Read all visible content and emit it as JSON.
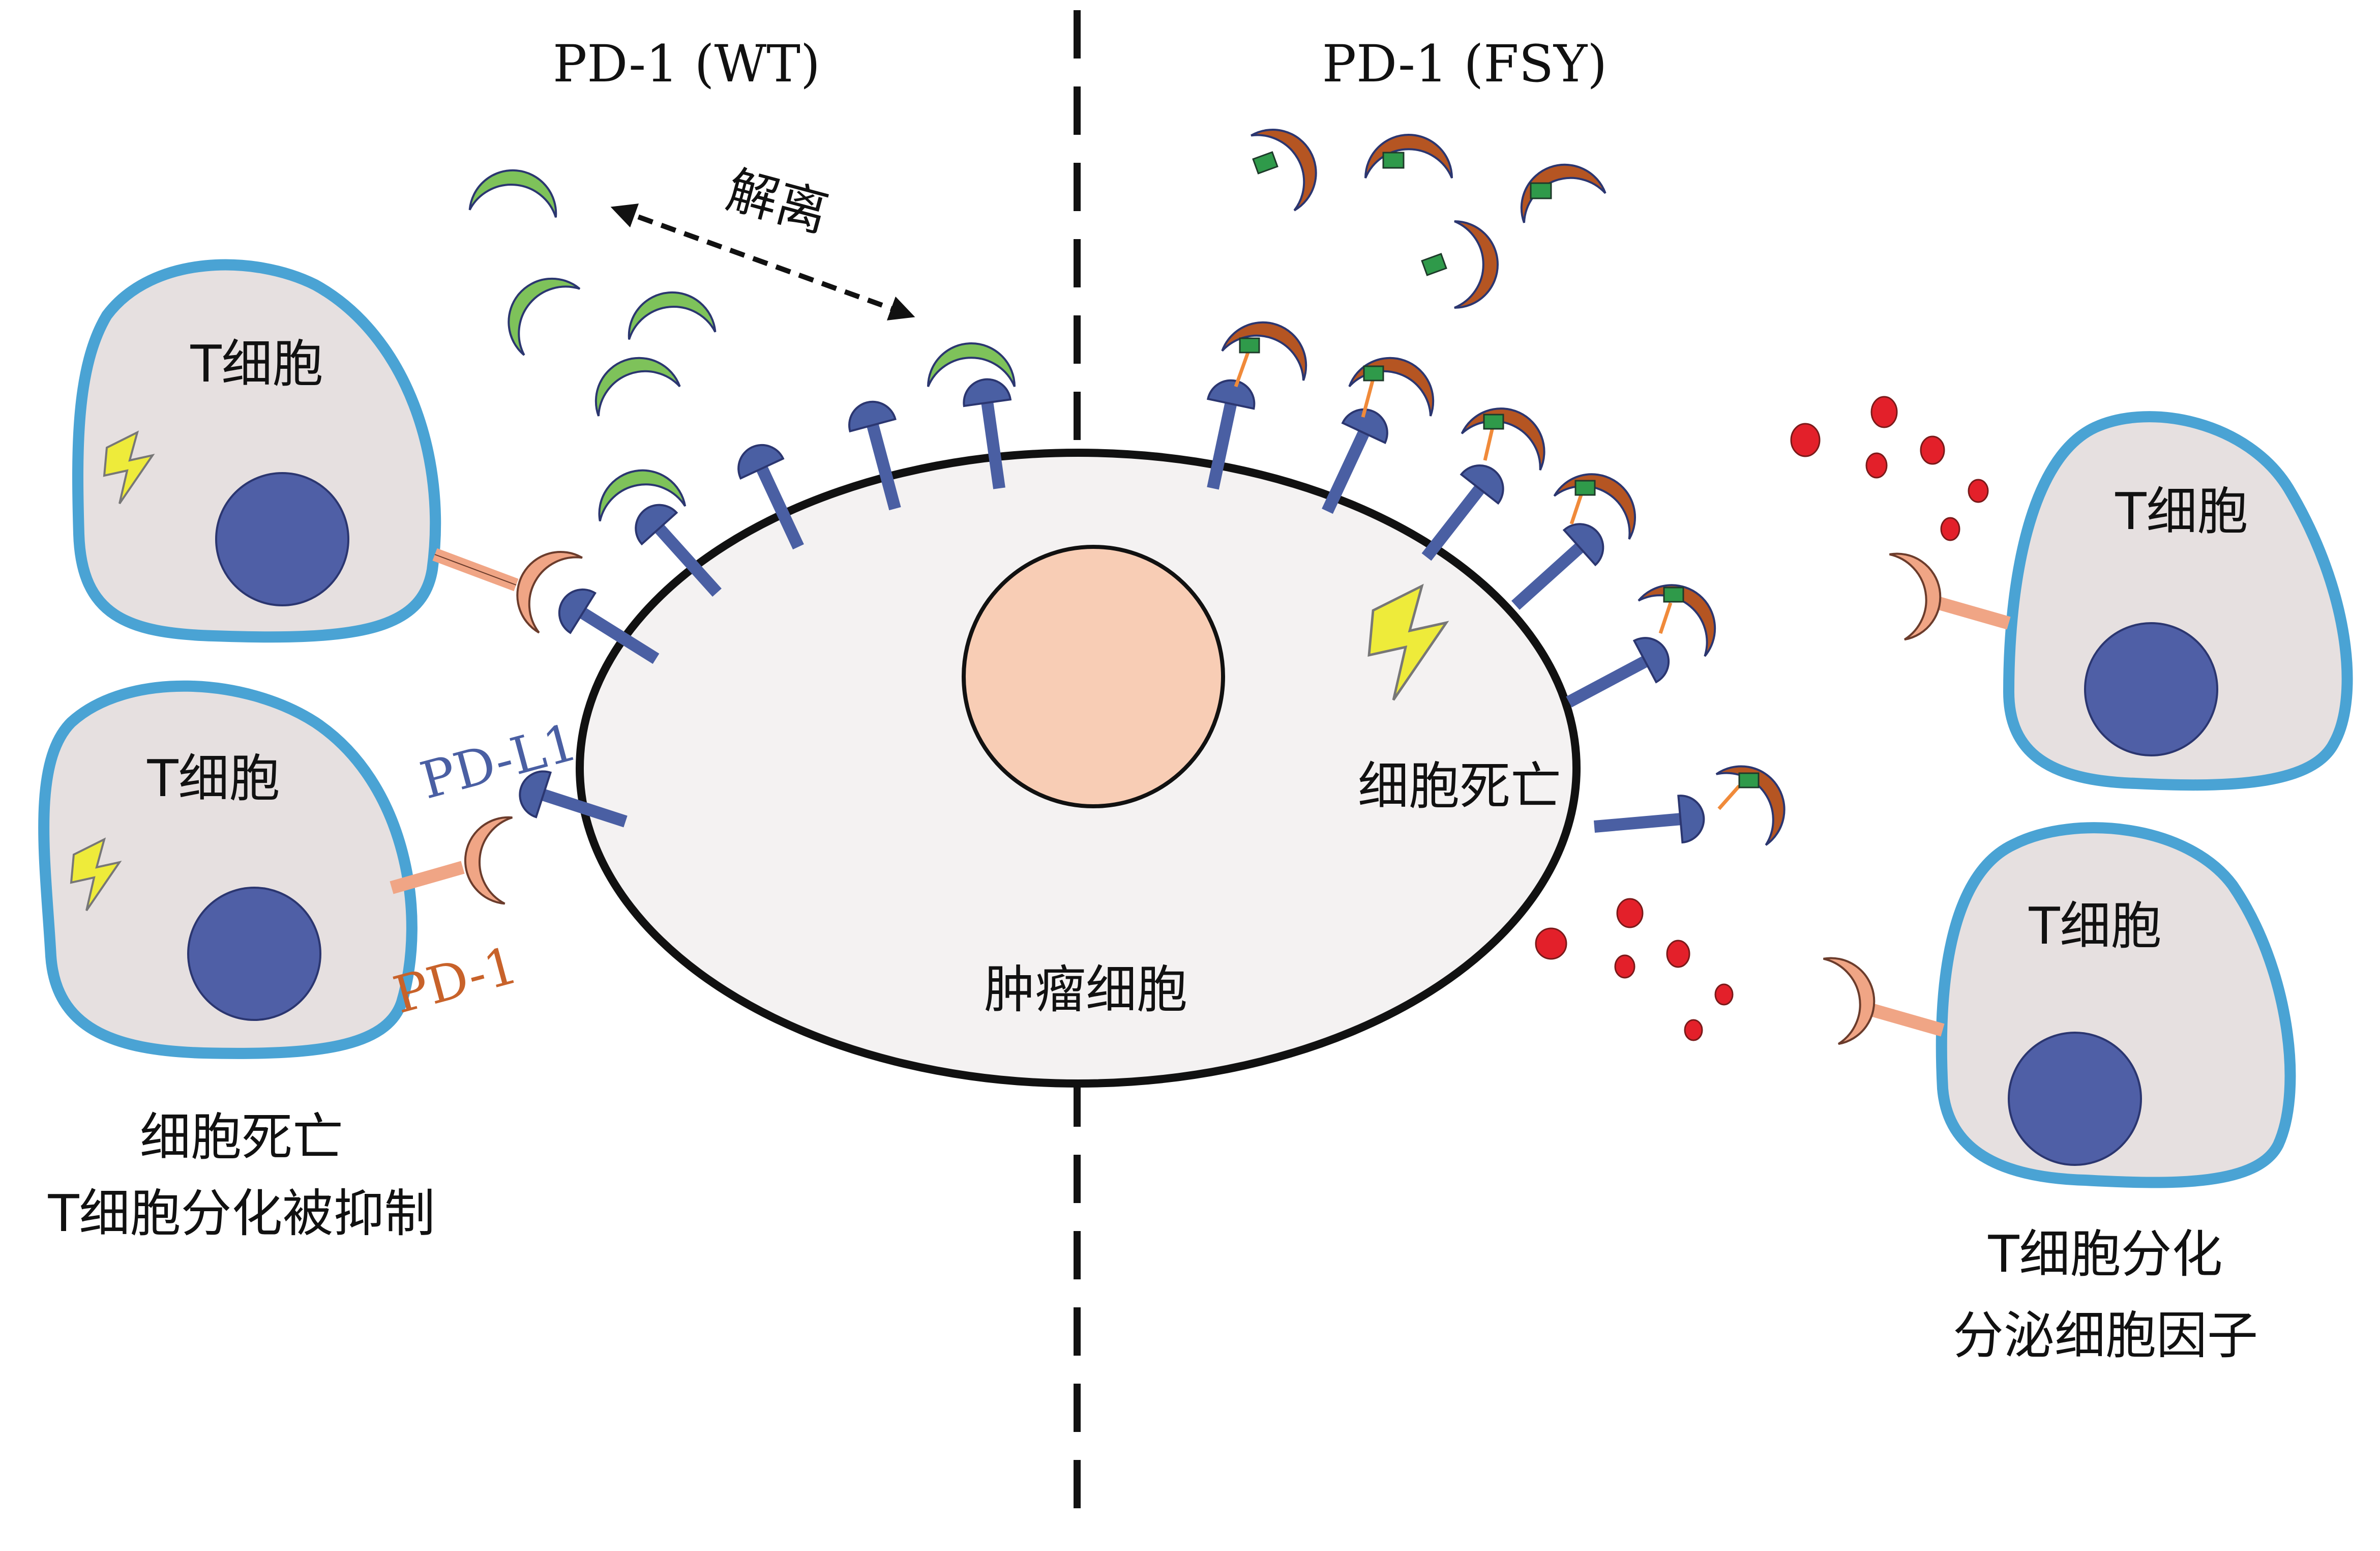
{
  "headings": {
    "left": "PD-1 (WT)",
    "right": "PD-1 (FSY)"
  },
  "labels": {
    "dissociation": "解离",
    "tumor_cell": "肿瘤细胞",
    "t_cell_top_left": "T细胞",
    "t_cell_bottom_left": "T细胞",
    "t_cell_top_right": "T细胞",
    "t_cell_bottom_right": "T细胞",
    "pd_l1": "PD-L1",
    "pd_1": "PD-1",
    "tumor_death": "细胞死亡",
    "left_caption_line1": "细胞死亡",
    "left_caption_line2": "T细胞分化被抑制",
    "right_caption_line1": "T细胞分化",
    "right_caption_line2": "分泌细胞因子"
  },
  "colors": {
    "t_cell_border": "#4aa3d4",
    "t_cell_fill": "#e6e0e0",
    "nucleus": "#4f5fa6",
    "tumor_fill": "#f4f2f2",
    "tumor_nucleus": "#f8cdb5",
    "pd_l1": "#4a5fa3",
    "pd_1_wt_crescent": "#7ec25a",
    "pd_1_fsy_crescent": "#b55522",
    "pd_1_tcell": "#f0a585",
    "crosslinker": "#2f9a4a",
    "cytokine": "#e3202a",
    "lightning": "#eeeb3a",
    "pd_l1_label": "#4a5fa3",
    "pd_1_label": "#c8622a"
  }
}
